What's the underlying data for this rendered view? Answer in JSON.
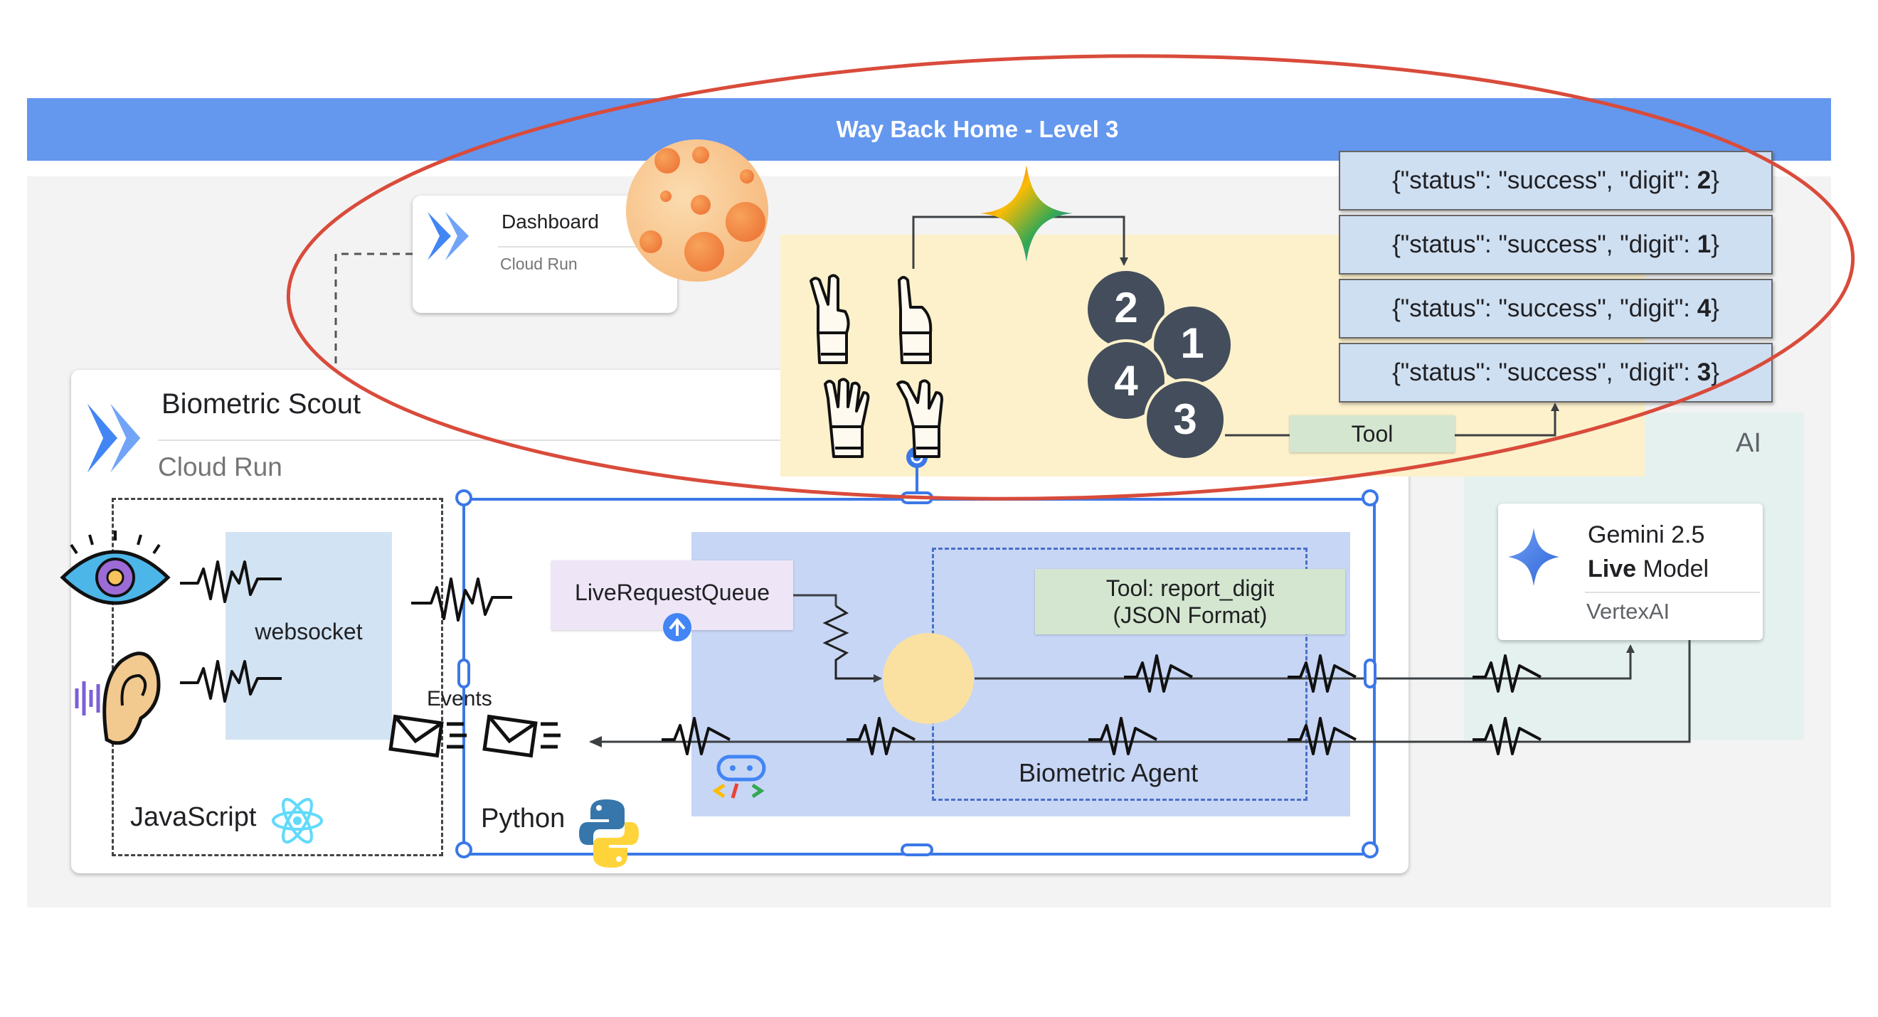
{
  "banner": {
    "title": "Way Back Home - Level 3"
  },
  "dashboard": {
    "title": "Dashboard",
    "subtitle": "Cloud Run"
  },
  "cloud_run": {
    "title": "Biometric Scout",
    "subtitle": "Cloud Run"
  },
  "javascript": {
    "label": "JavaScript",
    "websocket": "websocket",
    "events": "Events"
  },
  "python": {
    "label": "Python",
    "queue": "LiveRequestQueue",
    "tool": "Tool: report_digit\n(JSON Format)",
    "agent": "Biometric Agent"
  },
  "ai": {
    "label": "AI",
    "model_line1": "Gemini 2.5",
    "model_bold": "Live",
    "model_rest": " Model",
    "platform": "VertexAI"
  },
  "level": {
    "digits": [
      "2",
      "1",
      "4",
      "3"
    ],
    "tool_label": "Tool",
    "results": [
      {
        "prefix": "{\"status\": \"success\", \"digit\": ",
        "digit": "2",
        "suffix": "}"
      },
      {
        "prefix": "{\"status\": \"success\", \"digit\": ",
        "digit": "1",
        "suffix": "}"
      },
      {
        "prefix": "{\"status\": \"success\", \"digit\": ",
        "digit": "4",
        "suffix": "}"
      },
      {
        "prefix": "{\"status\": \"success\", \"digit\": ",
        "digit": "3",
        "suffix": "}"
      }
    ]
  },
  "colors": {
    "banner": "#6497ee",
    "highlight_ellipse": "#d94b3b",
    "selection": "#3b78e7",
    "digit_circle": "#434d5c"
  },
  "icons": [
    "cloud-run-icon",
    "moon-icon",
    "gemini-sparkle-icon",
    "eye-icon",
    "ear-icon",
    "react-icon",
    "python-icon",
    "envelope-icon",
    "adk-icon",
    "hand-gesture-icon"
  ]
}
